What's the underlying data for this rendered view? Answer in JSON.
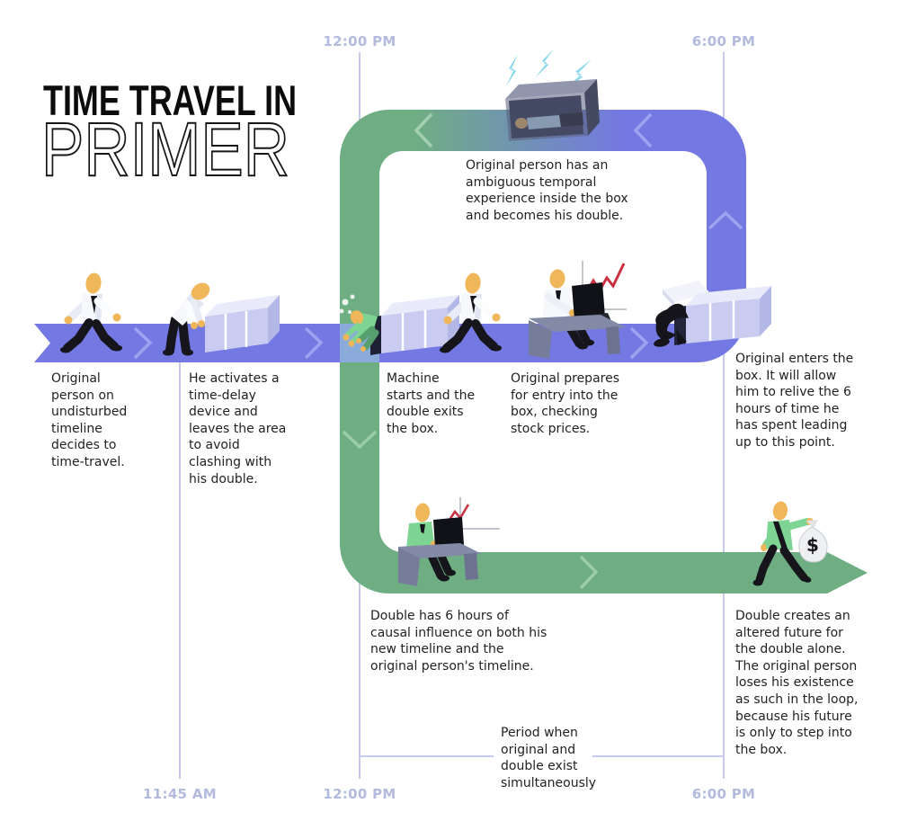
{
  "title": {
    "line1": "TIME TRAVEL IN",
    "line2": "PRIMER"
  },
  "times": {
    "top": [
      "12:00 PM",
      "6:00 PM"
    ],
    "bottom": [
      "11:45 AM",
      "12:00 PM",
      "6:00 PM"
    ]
  },
  "captions": {
    "undisturbed": "Original\nperson on\nundisturbed\ntimeline\ndecides to\ntime-travel.",
    "activates": "He activates a\ntime-delay\ndevice and\nleaves the area\nto avoid\nclashing with\nhis double.",
    "machine_starts": "Machine\nstarts and the\ndouble exits\nthe box.",
    "prepares": "Original prepares\nfor entry into the\nbox, checking\nstock prices.",
    "enters_box": "Original enters the\nbox. It will allow\nhim to relive the 6\nhours of time he\nhas spent leading\nup to this point.",
    "inside_box": "Original person has an\nambiguous temporal\nexperience inside the box\nand becomes his double.",
    "causal_influence": "Double has 6 hours of\ncausal influence on both his\nnew timeline and the\noriginal person's timeline.",
    "altered_future": "Double creates an\naltered future for\nthe double alone.\nThe original person\nloses his existence\nas such in the loop,\nbecause his future\nis only to step into\nthe box.",
    "period_note": "Period when\noriginal and\ndouble exist\nsimultaneously"
  },
  "figures": {
    "money_bag_symbol": "$"
  },
  "colors": {
    "timeline_purple": "#7478e2",
    "timeline_green": "#6fae83",
    "crossing_blue": "#8bacdb",
    "gridline": "#c6cbec",
    "time_label": "#b2bade",
    "chevron_purple": "#9fa3ef",
    "chevron_green": "#9bcdaa",
    "stock_red": "#c93040",
    "skin": "#f0b65a",
    "double_shirt_green": "#7ed492",
    "lightning_cyan": "#84d7ec",
    "box_lavender": "#c9ccf0"
  }
}
